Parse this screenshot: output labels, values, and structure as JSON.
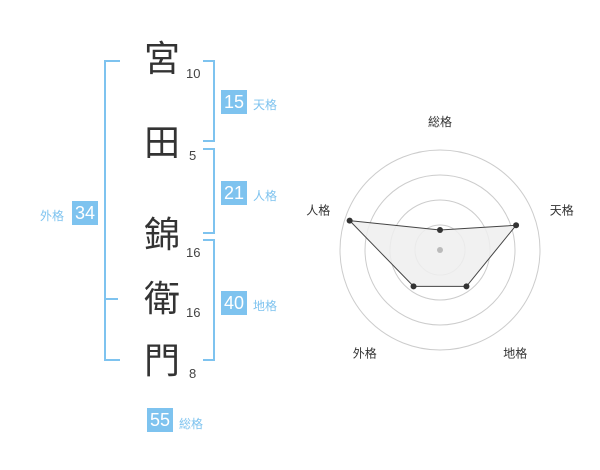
{
  "name": {
    "chars": [
      {
        "char": "宮",
        "strokes": "10"
      },
      {
        "char": "田",
        "strokes": "5"
      },
      {
        "char": "錦",
        "strokes": "16"
      },
      {
        "char": "衛",
        "strokes": "16"
      },
      {
        "char": "門",
        "strokes": "8"
      }
    ]
  },
  "kakusu": {
    "tenkaku": {
      "value": "15",
      "label": "天格"
    },
    "jinkaku": {
      "value": "21",
      "label": "人格"
    },
    "chikaku": {
      "value": "40",
      "label": "地格"
    },
    "gaikaku": {
      "value": "34",
      "label": "外格"
    },
    "soukaku": {
      "value": "55",
      "label": "総格"
    }
  },
  "colors": {
    "accent": "#7ec3ef",
    "polygon_fill": "#eeeeee",
    "ring": "#cccccc"
  },
  "chart_data": {
    "type": "radar",
    "axes": [
      "総格",
      "天格",
      "地格",
      "外格",
      "人格"
    ],
    "values": [
      0.2,
      0.8,
      0.45,
      0.45,
      0.95
    ],
    "range": [
      0,
      1
    ],
    "rings": 4
  }
}
